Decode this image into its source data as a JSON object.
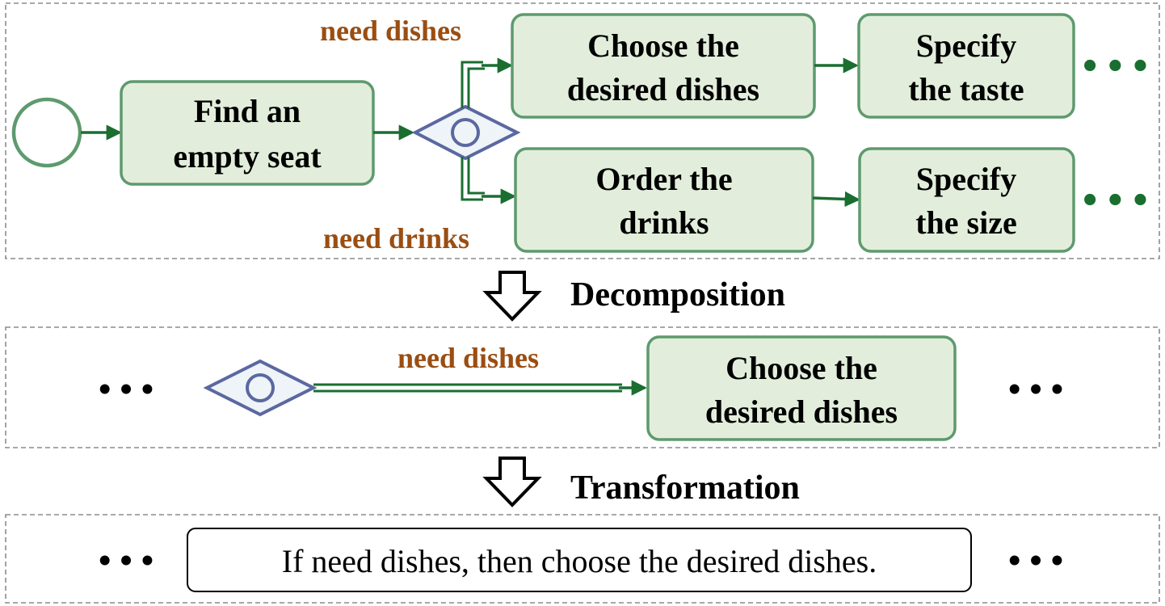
{
  "process": {
    "start_event_icon": "start-event-circle-icon",
    "gateway_icon": "inclusive-gateway-icon",
    "tasks": {
      "find_seat": [
        "Find an",
        "empty seat"
      ],
      "choose_dishes": [
        "Choose the",
        "desired dishes"
      ],
      "specify_taste": [
        "Specify",
        "the taste"
      ],
      "order_drinks": [
        "Order the",
        "drinks"
      ],
      "specify_size": [
        "Specify",
        "the size"
      ]
    },
    "conditions": {
      "dishes": "need dishes",
      "drinks": "need drinks"
    },
    "continuation": "• • •"
  },
  "steps": {
    "decomposition": "Decomposition",
    "transformation": "Transformation"
  },
  "decomposed": {
    "condition": "need dishes",
    "task": [
      "Choose the",
      "desired dishes"
    ],
    "ellipsis": "• • •"
  },
  "transformed": {
    "rule": "If need dishes, then choose the desired dishes.",
    "ellipsis": "• • •"
  },
  "colors": {
    "task_fill": "#e2eedb",
    "task_stroke": "#5e9a6e",
    "flow": "#1a6e30",
    "gateway": "#5b68a0",
    "condition_text": "#9a4e12"
  }
}
